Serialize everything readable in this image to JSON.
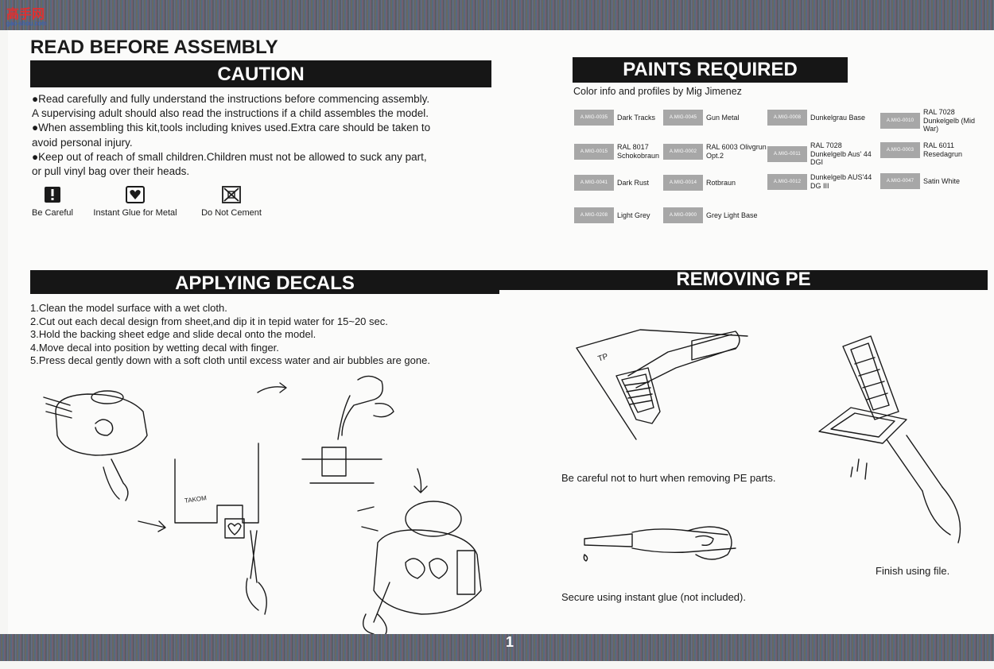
{
  "watermark": {
    "chars": "高手网",
    "url": "gao-shou.com"
  },
  "header": {
    "title": "READ BEFORE ASSEMBLY"
  },
  "caution": {
    "title": "CAUTION",
    "lines": [
      "●Read carefully and fully understand the instructions before commencing assembly.",
      "A supervising adult should also read the instructions if a child assembles the model.",
      "●When assembling this kit,tools including knives used.Extra care should be taken to",
      "avoid personal injury.",
      "●Keep out of reach of small children.Children must not be allowed to suck any part,",
      "or pull vinyl bag over their heads."
    ],
    "icons": [
      {
        "icon": "warning-icon",
        "label": "Be Careful"
      },
      {
        "icon": "glue-metal-icon",
        "label": "Instant Glue for Metal"
      },
      {
        "icon": "no-cement-icon",
        "label": "Do Not Cement"
      }
    ]
  },
  "paints": {
    "title": "PAINTS REQUIRED",
    "subtitle": "Color info and profiles by Mig Jimenez",
    "chip_color": "#a7a7a7",
    "items": [
      {
        "code": "A.MIG-0035",
        "name": "Dark Tracks"
      },
      {
        "code": "A.MIG-0045",
        "name": "Gun Metal"
      },
      {
        "code": "A.MIG-0008",
        "name": "Dunkelgrau Base"
      },
      {
        "code": "A.MIG-0010",
        "name": "RAL 7028 Dunkelgelb (Mid War)"
      },
      {
        "code": "A.MIG-0015",
        "name": "RAL 8017 Schokobraun"
      },
      {
        "code": "A.MIG-0002",
        "name": "RAL 6003 Olivgrun Opt.2"
      },
      {
        "code": "A.MIG-0011",
        "name": "RAL 7028 Dunkelgelb Aus' 44 DGI"
      },
      {
        "code": "A.MIG-0003",
        "name": "RAL 6011 Resedagrun"
      },
      {
        "code": "A.MIG-0041",
        "name": "Dark Rust"
      },
      {
        "code": "A.MIG-0014",
        "name": "Rotbraun"
      },
      {
        "code": "A.MIG-0012",
        "name": "Dunkelgelb AUS'44 DG III"
      },
      {
        "code": "A.MIG-0047",
        "name": "Satin White"
      },
      {
        "code": "A.MIG-0208",
        "name": "Light Grey"
      },
      {
        "code": "A.MIG-0900",
        "name": "Grey Light Base"
      }
    ]
  },
  "decals": {
    "title": "APPLYING DECALS",
    "steps": [
      "1.Clean the model surface with a wet cloth.",
      "2.Cut out each decal design from sheet,and dip it in tepid water for 15~20 sec.",
      "3.Hold the backing sheet edge and slide decal onto the model.",
      "4.Move decal into position by wetting decal with finger.",
      "5.Press decal gently down with a soft cloth until excess water and air bubbles are gone."
    ],
    "sheet_label": "TAKOM"
  },
  "pe": {
    "title": "REMOVING PE",
    "tweezer_label": "TP",
    "caption_careful": "Be careful not to hurt when removing PE parts.",
    "caption_glue": "Secure using instant glue (not included).",
    "caption_file": "Finish using file."
  },
  "footer": {
    "page_number": "1"
  }
}
